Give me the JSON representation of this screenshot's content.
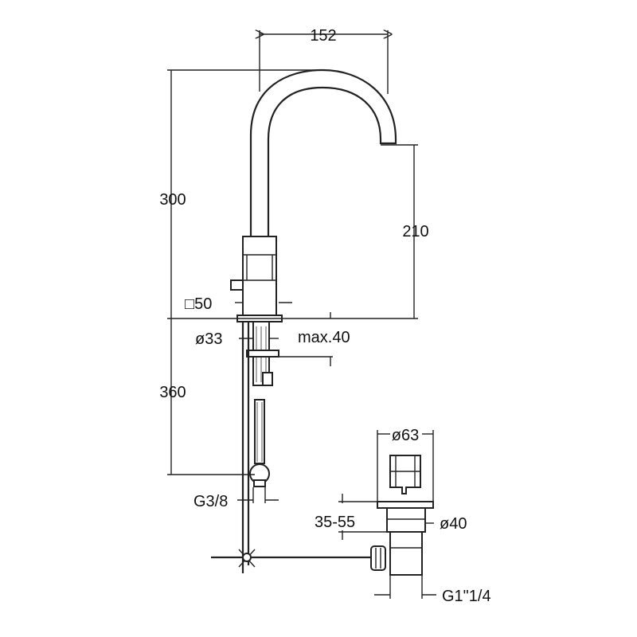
{
  "dimensions": {
    "spout_reach": "152",
    "total_height": "300",
    "spout_height": "210",
    "body_size": "□50",
    "mount_diameter": "ø33",
    "max_thickness": "max.40",
    "hose_length": "360",
    "hose_connection": "G3/8",
    "waste_diameter_top": "ø63",
    "waste_range": "35-55",
    "waste_diameter": "ø40",
    "waste_thread": "G1\"1/4"
  },
  "colors": {
    "line": "#222222",
    "background": "#ffffff"
  }
}
